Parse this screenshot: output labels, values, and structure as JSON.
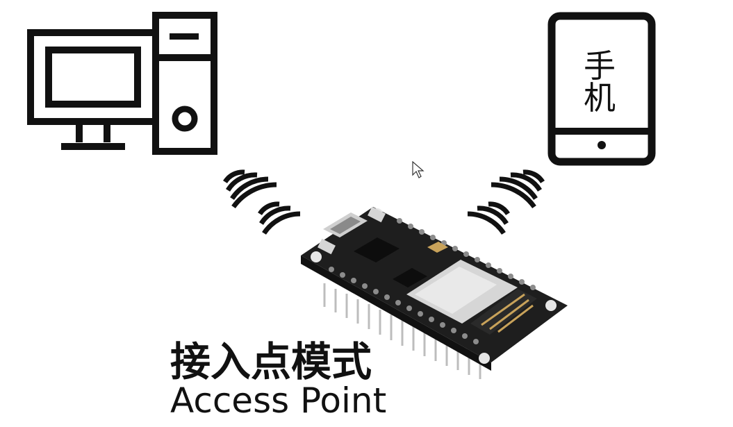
{
  "phone": {
    "label": "手 机"
  },
  "caption": {
    "mode_cn": "接入点模式",
    "mode_en": "Access Point"
  },
  "colors": {
    "ink": "#111111",
    "board": "#1f1f1f",
    "pin": "#c9c9c9",
    "module": "#d8d8d8"
  },
  "icons": [
    "desktop-computer-icon",
    "smartphone-icon",
    "wifi-signal-icon",
    "nodemcu-board",
    "mouse-cursor-icon"
  ]
}
